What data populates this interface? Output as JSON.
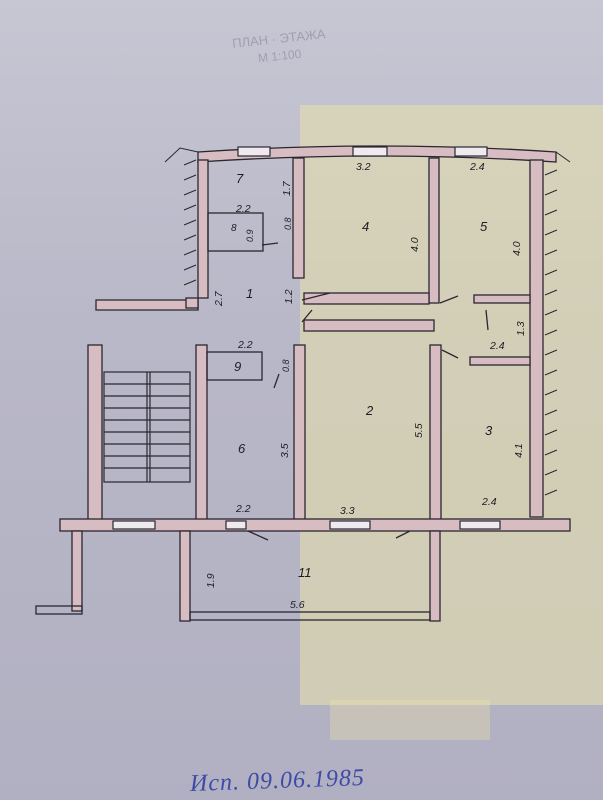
{
  "rooms": [
    {
      "id": "room-1",
      "label": "1"
    },
    {
      "id": "room-2",
      "label": "2"
    },
    {
      "id": "room-3",
      "label": "3"
    },
    {
      "id": "room-4",
      "label": "4"
    },
    {
      "id": "room-5",
      "label": "5"
    },
    {
      "id": "room-6",
      "label": "6"
    },
    {
      "id": "room-7",
      "label": "7"
    },
    {
      "id": "room-8",
      "label": "8"
    },
    {
      "id": "room-9",
      "label": "9"
    },
    {
      "id": "room-11",
      "label": "11"
    }
  ],
  "dimensions": {
    "room4_width": "3.2",
    "room5_width": "2.4",
    "room7_depth": "1.7",
    "room8_width": "2.2",
    "room8_depth": "0.9",
    "room8_side": "0.8",
    "room4_depth": "4.0",
    "room5_depth": "4.0",
    "hall_depth": "2.7",
    "hall_door": "1.2",
    "hall_side": "1.3",
    "room9_width": "2.2",
    "room9_side": "0.8",
    "room3_top": "2.4",
    "room2_depth": "5.5",
    "room6_depth": "3.5",
    "room3_depth": "4.1",
    "room6_width": "2.2",
    "room2_width": "3.3",
    "room3_width": "2.4",
    "balcony_depth": "1.9",
    "balcony_width": "5.6"
  },
  "stamp": {
    "line1": "ПЛАН · ЭТАЖА",
    "line2": "М 1:100"
  },
  "signature": "Исп. 09.06.1985"
}
